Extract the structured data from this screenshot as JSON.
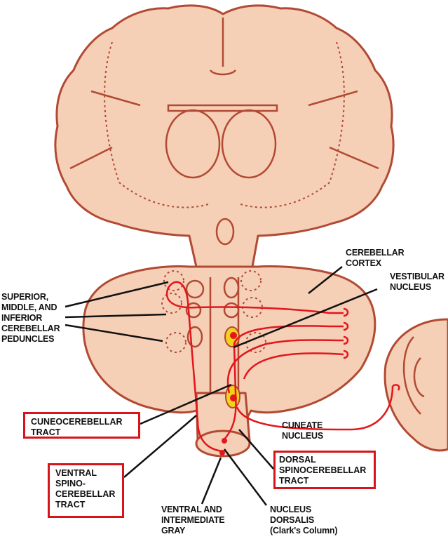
{
  "colors": {
    "tissue": "#f6cfb7",
    "outline": "#b24a33",
    "tract": "#e3161c",
    "nucleus": "#f4d21c",
    "box_border": "#d8141a"
  },
  "labels": {
    "peduncles": [
      "SUPERIOR,",
      "MIDDLE, AND",
      "INFERIOR",
      "CEREBELLAR",
      "PEDUNCLES"
    ],
    "cerebellar_cortex": [
      "CEREBELLAR",
      "CORTEX"
    ],
    "vestibular_nucleus": [
      "VESTIBULAR",
      "NUCLEUS"
    ],
    "cuneocerebellar_tract": [
      "CUNEOCEREBELLAR",
      "TRACT"
    ],
    "ventral_spinocerebellar_tract": [
      "VENTRAL",
      "SPINO-",
      "CEREBELLAR",
      "TRACT"
    ],
    "cuneate_nucleus": [
      "CUNEATE",
      "NUCLEUS"
    ],
    "dorsal_spinocerebellar_tract": [
      "DORSAL",
      "SPINOCEREBELLAR",
      "TRACT"
    ],
    "ventral_intermediate_gray": [
      "VENTRAL AND",
      "INTERMEDIATE",
      "GRAY"
    ],
    "nucleus_dorsalis": [
      "NUCLEUS",
      "DORSALIS",
      "(Clark's Column)"
    ]
  }
}
